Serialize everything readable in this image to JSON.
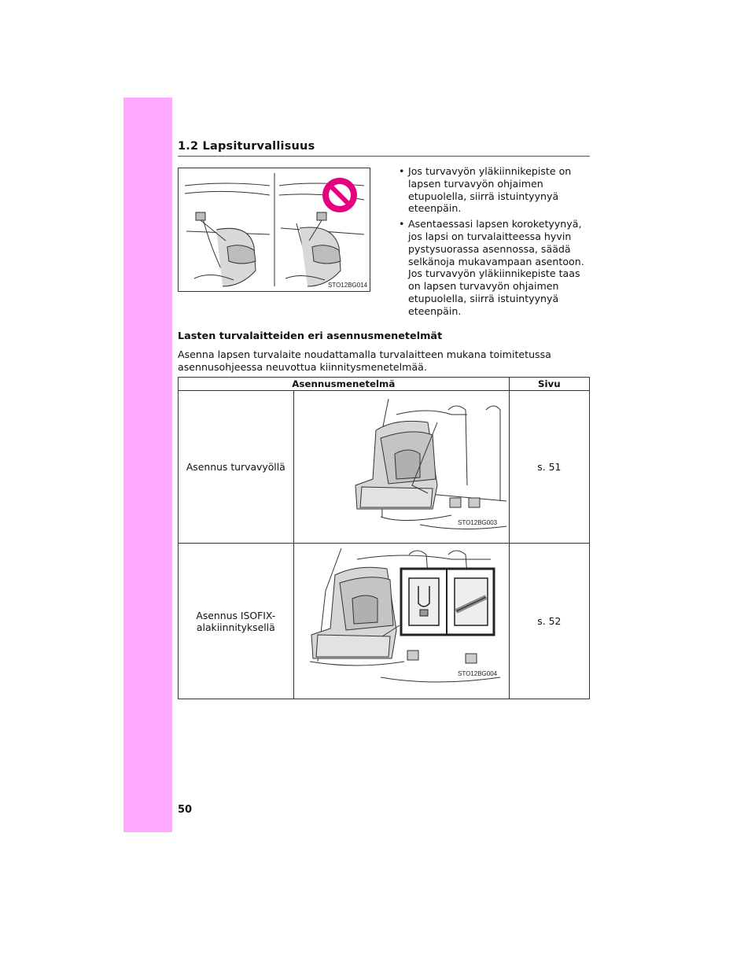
{
  "section": {
    "title": "1.2 Lapsiturvallisuus"
  },
  "top_figure": {
    "code": "STO12BG014"
  },
  "bullets": [
    "Jos turvavyön yläkiinnikepiste on lapsen turvavyön ohjaimen etupuolella, siirrä istuintyynyä eteenpäin.",
    "Asentaessasi lapsen koroketyynyä, jos lapsi on turvalaitteessa hyvin pystysuorassa asennossa, säädä selkänoja mukavampaan asentoon. Jos turvavyön yläkiinnikepiste taas on lapsen turvavyön ohjaimen etupuolella, siirrä istuintyynyä eteenpäin."
  ],
  "subheading": "Lasten turvalaitteiden eri asennusmenetelmät",
  "paragraph": "Asenna lapsen turvalaite noudattamalla turvalaitteen mukana toimitetussa asennusohjeessa neuvottua kiinnitysmenetelmää.",
  "table": {
    "headers": {
      "method": "Asennusmenetelmä",
      "page": "Sivu"
    },
    "rows": [
      {
        "method": "Asennus turvavyöllä",
        "figure_code": "STO12BG003",
        "page": "s. 51"
      },
      {
        "method": "Asennus ISOFIX-alakiinnityksellä",
        "figure_code": "STO12BG004",
        "page": "s. 52"
      }
    ]
  },
  "page_number": "50",
  "colors": {
    "sidebar": "#ffaaff",
    "prohibition": "#e5007e"
  }
}
